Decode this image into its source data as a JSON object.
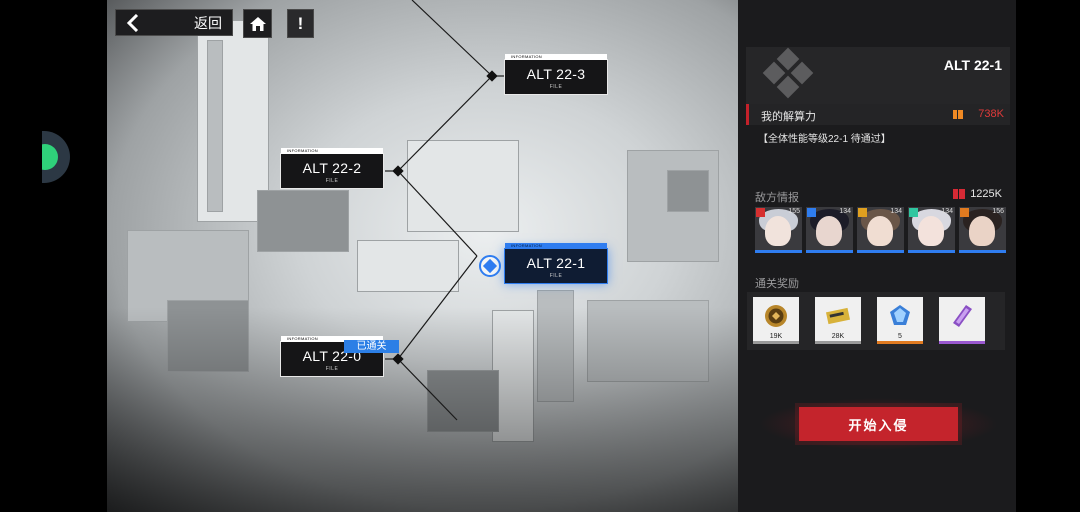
{
  "nav": {
    "back_label": "返回",
    "alert_label": "!"
  },
  "stages": [
    {
      "name": "ALT 22-3",
      "info": "INFORMATION",
      "file": "FILE"
    },
    {
      "name": "ALT 22-2",
      "info": "INFORMATION",
      "file": "FILE"
    },
    {
      "name": "ALT 22-1",
      "info": "INFORMATION",
      "file": "FILE",
      "selected": true
    },
    {
      "name": "ALT 22-0",
      "info": "INFORMATION",
      "file": "FILE",
      "status": "已通关"
    }
  ],
  "panel": {
    "stage_code": "ALT 22-1",
    "power_label": "我的解算力",
    "power_value": "738K",
    "requirement": "【全体性能等级22-1 待通过】",
    "enemy_section": "敌方情报",
    "enemy_power": "1225K",
    "enemies": [
      {
        "level": "155",
        "badge_color": "#d63030",
        "hair": "#c9cdd6",
        "face": "#f1e3dc"
      },
      {
        "level": "134",
        "badge_color": "#2f7df0",
        "hair": "#1c1c28",
        "face": "#e8d6cf"
      },
      {
        "level": "134",
        "badge_color": "#e0a020",
        "hair": "#6a5648",
        "face": "#f0ddd2"
      },
      {
        "level": "134",
        "badge_color": "#2fc6a0",
        "hair": "#d8d8e0",
        "face": "#f3e2dc"
      },
      {
        "level": "156",
        "badge_color": "#e07a20",
        "hair": "#2a2220",
        "face": "#ead3c6"
      }
    ],
    "reward_section": "通关奖励",
    "rewards": [
      {
        "icon": "coin-icon",
        "value": "19K",
        "bar": "#9a9a9a"
      },
      {
        "icon": "ticket-icon",
        "value": "28K",
        "bar": "#9a9a9a"
      },
      {
        "icon": "crystal-icon",
        "value": "5",
        "bar": "#e07a20"
      },
      {
        "icon": "shard-icon",
        "value": "",
        "bar": "#9b59d0"
      }
    ],
    "start_label": "开始入侵"
  },
  "colors": {
    "accent_red": "#c4242c",
    "selected_blue": "#2f7df0"
  }
}
